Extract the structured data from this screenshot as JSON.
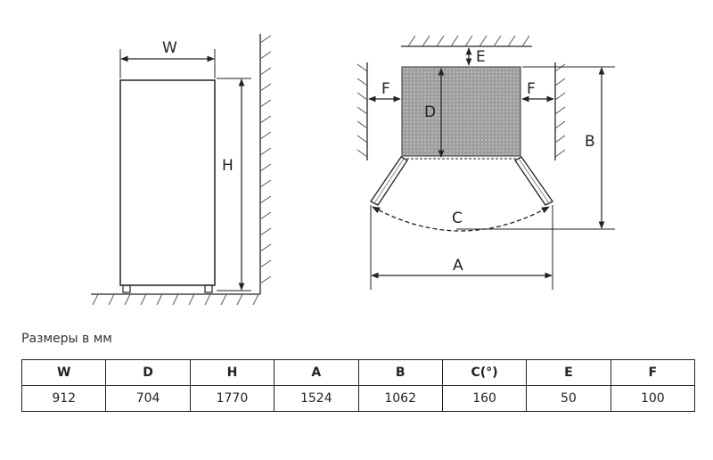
{
  "diagram": {
    "labels": {
      "W": "W",
      "H": "H",
      "E": "E",
      "F_left": "F",
      "F_right": "F",
      "D": "D",
      "B": "B",
      "C": "C",
      "A": "A"
    },
    "colors": {
      "line": "#222222",
      "fridge_top": "#a8a8a8",
      "hatch": "#555555"
    }
  },
  "caption": "Размеры в мм",
  "table": {
    "headers": [
      "W",
      "D",
      "H",
      "A",
      "B",
      "C(°)",
      "E",
      "F"
    ],
    "values": [
      "912",
      "704",
      "1770",
      "1524",
      "1062",
      "160",
      "50",
      "100"
    ]
  }
}
